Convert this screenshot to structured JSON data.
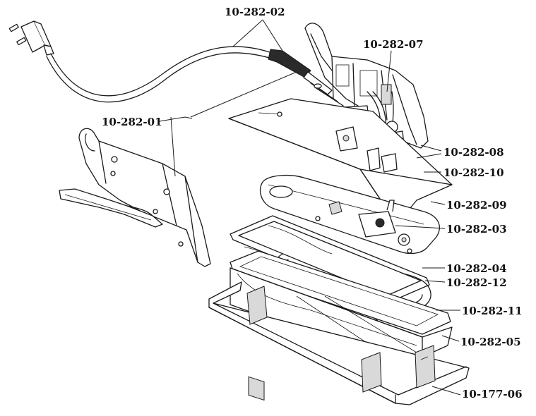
{
  "labels": {
    "cord": "10-282-02",
    "terminal": "10-282-07",
    "handle": "10-282-01",
    "screws": "10-282-08",
    "cover_plate": "10-282-10",
    "heat_shield": "10-282-09",
    "thermostat": "10-282-03",
    "gasket": "10-282-04",
    "element": "10-282-12",
    "insulation": "10-282-11",
    "housing": "10-282-05",
    "soleplate": "10-177-06"
  },
  "colors": {
    "ink": "#1a1a1a",
    "background": "#ffffff",
    "shade": "#d9d9d9"
  }
}
